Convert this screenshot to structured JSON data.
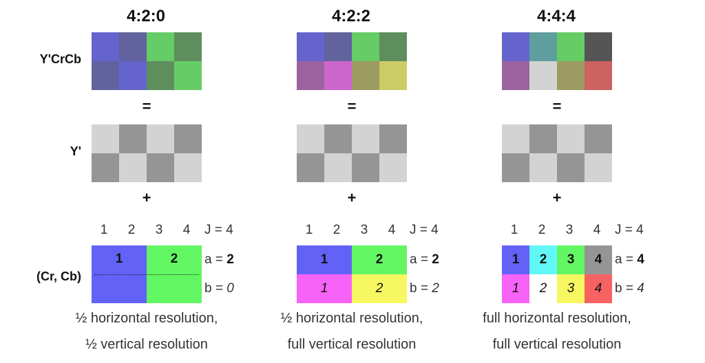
{
  "row_labels": {
    "ycrcb": "Y'CrCb",
    "luma": "Y'",
    "chroma": "(Cr, Cb)"
  },
  "operators": {
    "equals": "=",
    "plus": "+"
  },
  "luma_colors": {
    "light": "#d3d3d3",
    "dark": "#959595"
  },
  "panels": [
    {
      "title": "4:2:0",
      "ycrcb_top": [
        "#6464cc",
        "#62629e",
        "#66cc66",
        "#5e8e5e"
      ],
      "ycrcb_bottom": [
        "#62629e",
        "#6464cc",
        "#5e8e5e",
        "#66cc66"
      ],
      "luma_top": [
        "light",
        "dark",
        "light",
        "dark"
      ],
      "luma_bottom": [
        "dark",
        "light",
        "dark",
        "light"
      ],
      "col_numbers": [
        "1",
        "2",
        "3",
        "4"
      ],
      "j_label": "J = 4",
      "a_label": "a = ",
      "a_value": "2",
      "b_label": "b = ",
      "b_value": "0",
      "chroma_blocks": [
        {
          "label": "1",
          "color": "#6262f7",
          "col": 0,
          "row": 0,
          "span_cols": 2,
          "span_rows": 2,
          "bold": true
        },
        {
          "label": "2",
          "color": "#62f762",
          "col": 2,
          "row": 0,
          "span_cols": 2,
          "span_rows": 2,
          "bold": true
        }
      ],
      "dotted_line": true,
      "caption_1": "½ horizontal resolution,",
      "caption_2": "½ vertical resolution"
    },
    {
      "title": "4:2:2",
      "ycrcb_top": [
        "#6464cc",
        "#62629e",
        "#66cc66",
        "#5e8e5e"
      ],
      "ycrcb_bottom": [
        "#9c62a0",
        "#cc66cc",
        "#9c9c62",
        "#cccc66"
      ],
      "luma_top": [
        "light",
        "dark",
        "light",
        "dark"
      ],
      "luma_bottom": [
        "dark",
        "light",
        "dark",
        "light"
      ],
      "col_numbers": [
        "1",
        "2",
        "3",
        "4"
      ],
      "j_label": "J = 4",
      "a_label": "a = ",
      "a_value": "2",
      "b_label": "b = ",
      "b_value": "2",
      "chroma_blocks": [
        {
          "label": "1",
          "color": "#6262f7",
          "col": 0,
          "row": 0,
          "span_cols": 2,
          "span_rows": 1,
          "bold": true
        },
        {
          "label": "2",
          "color": "#62f762",
          "col": 2,
          "row": 0,
          "span_cols": 2,
          "span_rows": 1,
          "bold": true
        },
        {
          "label": "1",
          "color": "#f762f7",
          "col": 0,
          "row": 1,
          "span_cols": 2,
          "span_rows": 1,
          "italic": true
        },
        {
          "label": "2",
          "color": "#f7f762",
          "col": 2,
          "row": 1,
          "span_cols": 2,
          "span_rows": 1,
          "italic": true
        }
      ],
      "dotted_line": false,
      "caption_1": "½ horizontal resolution,",
      "caption_2": "full vertical resolution"
    },
    {
      "title": "4:4:4",
      "ycrcb_top": [
        "#6464cc",
        "#5f9e9e",
        "#66cc66",
        "#555555"
      ],
      "ycrcb_bottom": [
        "#9c62a0",
        "#d3d3d3",
        "#9c9c62",
        "#cc6262"
      ],
      "luma_top": [
        "light",
        "dark",
        "light",
        "dark"
      ],
      "luma_bottom": [
        "dark",
        "light",
        "dark",
        "light"
      ],
      "col_numbers": [
        "1",
        "2",
        "3",
        "4"
      ],
      "j_label": "J = 4",
      "a_label": "a = ",
      "a_value": "4",
      "b_label": "b = ",
      "b_value": "4",
      "chroma_blocks": [
        {
          "label": "1",
          "color": "#6262f7",
          "col": 0,
          "row": 0,
          "span_cols": 1,
          "span_rows": 1,
          "bold": true
        },
        {
          "label": "2",
          "color": "#62f7f7",
          "col": 1,
          "row": 0,
          "span_cols": 1,
          "span_rows": 1,
          "bold": true
        },
        {
          "label": "3",
          "color": "#62f762",
          "col": 2,
          "row": 0,
          "span_cols": 1,
          "span_rows": 1,
          "bold": true
        },
        {
          "label": "4",
          "color": "#959595",
          "col": 3,
          "row": 0,
          "span_cols": 1,
          "span_rows": 1,
          "bold": true
        },
        {
          "label": "1",
          "color": "#f762f7",
          "col": 0,
          "row": 1,
          "span_cols": 1,
          "span_rows": 1,
          "italic": true
        },
        {
          "label": "2",
          "color": "#ffffff",
          "col": 1,
          "row": 1,
          "span_cols": 1,
          "span_rows": 1,
          "italic": true
        },
        {
          "label": "3",
          "color": "#f7f762",
          "col": 2,
          "row": 1,
          "span_cols": 1,
          "span_rows": 1,
          "italic": true
        },
        {
          "label": "4",
          "color": "#f76262",
          "col": 3,
          "row": 1,
          "span_cols": 1,
          "span_rows": 1,
          "italic": true
        }
      ],
      "dotted_line": false,
      "caption_1": "full horizontal resolution,",
      "caption_2": "full vertical resolution"
    }
  ]
}
